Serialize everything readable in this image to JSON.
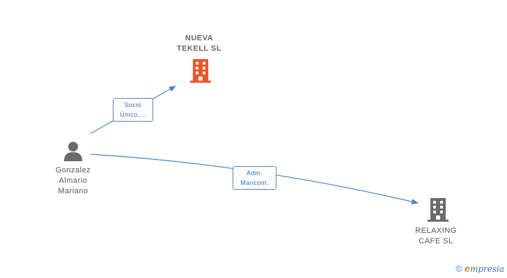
{
  "nodes": {
    "company_top": {
      "line1": "NUEVA",
      "line2": "TEKELL SL",
      "color": "#f0562a"
    },
    "person": {
      "line1": "Gonzalez",
      "line2": "Almario",
      "line3": "Mariano",
      "color": "#6b6b6b"
    },
    "company_bottom": {
      "line1": "RELAXING",
      "line2": "CAFE SL",
      "color": "#6b6b6b"
    }
  },
  "edges": {
    "socio": {
      "line1": "Socio",
      "line2": "Único,..."
    },
    "adm": {
      "line1": "Adm.",
      "line2": "Mancom."
    }
  },
  "edge_color": "#4a86c8",
  "brand": {
    "copyright": "©",
    "e": "e",
    "rest": "mpresia"
  }
}
